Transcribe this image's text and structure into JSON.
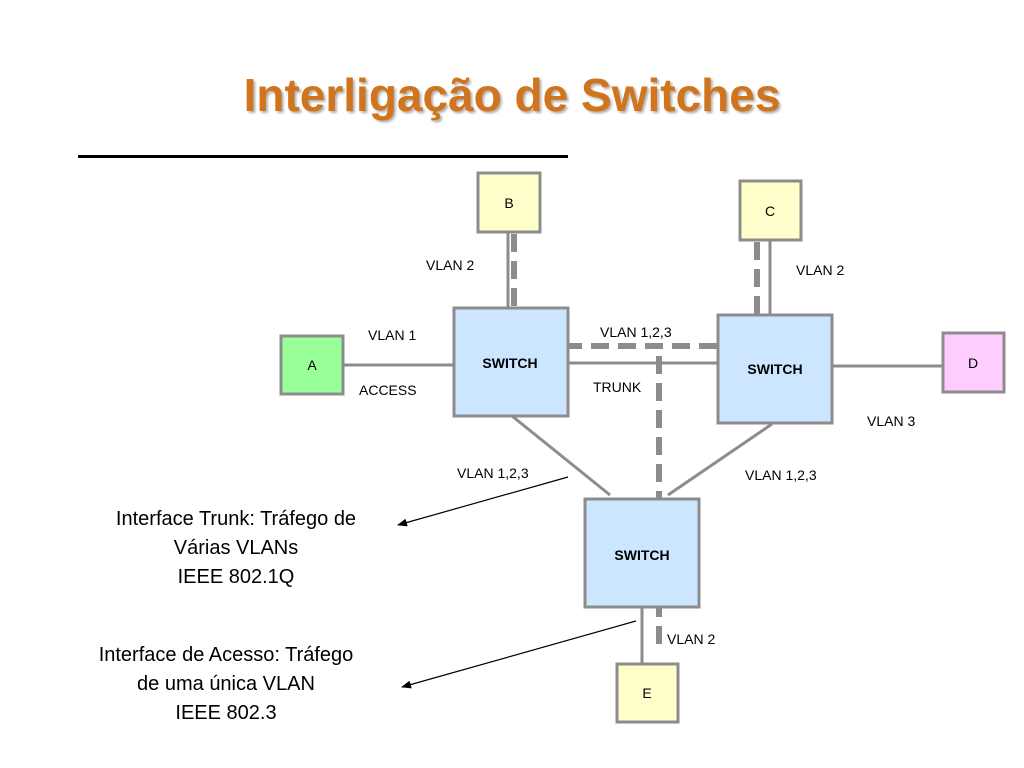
{
  "title": "Interligação de Switches",
  "colors": {
    "title": "#d0741e",
    "switch_fill": "#cce6ff",
    "switch_border": "#8c8c8c",
    "host_yellow": "#ffffcc",
    "host_green": "#99ff99",
    "host_pink": "#ffccff",
    "link": "#8c8c8c"
  },
  "nodes": {
    "a": "A",
    "b": "B",
    "c": "C",
    "d": "D",
    "e": "E",
    "switch_left": "SWITCH",
    "switch_right": "SWITCH",
    "switch_bottom": "SWITCH"
  },
  "labels": {
    "b_vlan": "VLAN 2",
    "c_vlan": "VLAN 2",
    "a_vlan": "VLAN 1",
    "a_mode": "ACCESS",
    "trunk_vlans": "VLAN 1,2,3",
    "trunk_mode": "TRUNK",
    "d_vlan": "VLAN 3",
    "left_bottom_vlans": "VLAN 1,2,3",
    "right_bottom_vlans": "VLAN 1,2,3",
    "e_vlan": "VLAN 2"
  },
  "notes": {
    "trunk": {
      "line1": "Interface Trunk: Tráfego de",
      "line2": "Várias VLANs",
      "line3": "IEEE 802.1Q"
    },
    "access": {
      "line1": "Interface de Acesso: Tráfego",
      "line2": "de uma única VLAN",
      "line3": "IEEE 802.3"
    }
  }
}
